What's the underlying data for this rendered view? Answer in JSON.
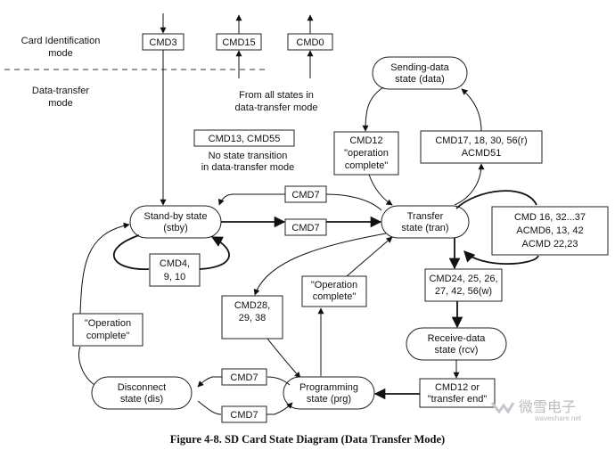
{
  "modes": {
    "card_id": [
      "Card Identification",
      "mode"
    ],
    "data_transfer": [
      "Data-transfer",
      "mode"
    ]
  },
  "states": {
    "sending": [
      "Sending-data",
      "state (data)"
    ],
    "standby": [
      "Stand-by state",
      "(stby)"
    ],
    "transfer": [
      "Transfer",
      "state (tran)"
    ],
    "receive": [
      "Receive-data",
      "state (rcv)"
    ],
    "programming": [
      "Programming",
      "state (prg)"
    ],
    "disconnect": [
      "Disconnect",
      "state (dis)"
    ]
  },
  "commands": {
    "cmd3": "CMD3",
    "cmd15": "CMD15",
    "cmd0": "CMD0",
    "cmd12_op": [
      "CMD12",
      "\"operation",
      "complete\""
    ],
    "cmd17": [
      "CMD17, 18, 30, 56(r)",
      "ACMD51"
    ],
    "cmd13": "CMD13, CMD55",
    "cmd7_top": "CMD7",
    "cmd7_mid": "CMD7",
    "cmd16": [
      "CMD 16, 32...37",
      "ACMD6, 13, 42",
      "ACMD 22,23"
    ],
    "cmd4": [
      "CMD4,",
      "9, 10"
    ],
    "cmd24": [
      "CMD24, 25, 26,",
      "27, 42, 56(w)"
    ],
    "op_complete_mid": [
      "\"Operation",
      "complete\""
    ],
    "cmd28": [
      "CMD28,",
      "29, 38"
    ],
    "op_complete_left": [
      "\"Operation",
      "complete\""
    ],
    "cmd12_end": [
      "CMD12 or",
      "\"transfer end\""
    ],
    "cmd7_dis1": "CMD7",
    "cmd7_dis2": "CMD7"
  },
  "notes": {
    "from_all": [
      "From all states in",
      "data-transfer mode"
    ],
    "no_transition": [
      "No state transition",
      "in data-transfer mode"
    ]
  },
  "caption": "Figure 4-8.  SD Card State Diagram (Data Transfer Mode)",
  "watermark": {
    "cn": "微雪电子",
    "en": "waveshare.net"
  }
}
